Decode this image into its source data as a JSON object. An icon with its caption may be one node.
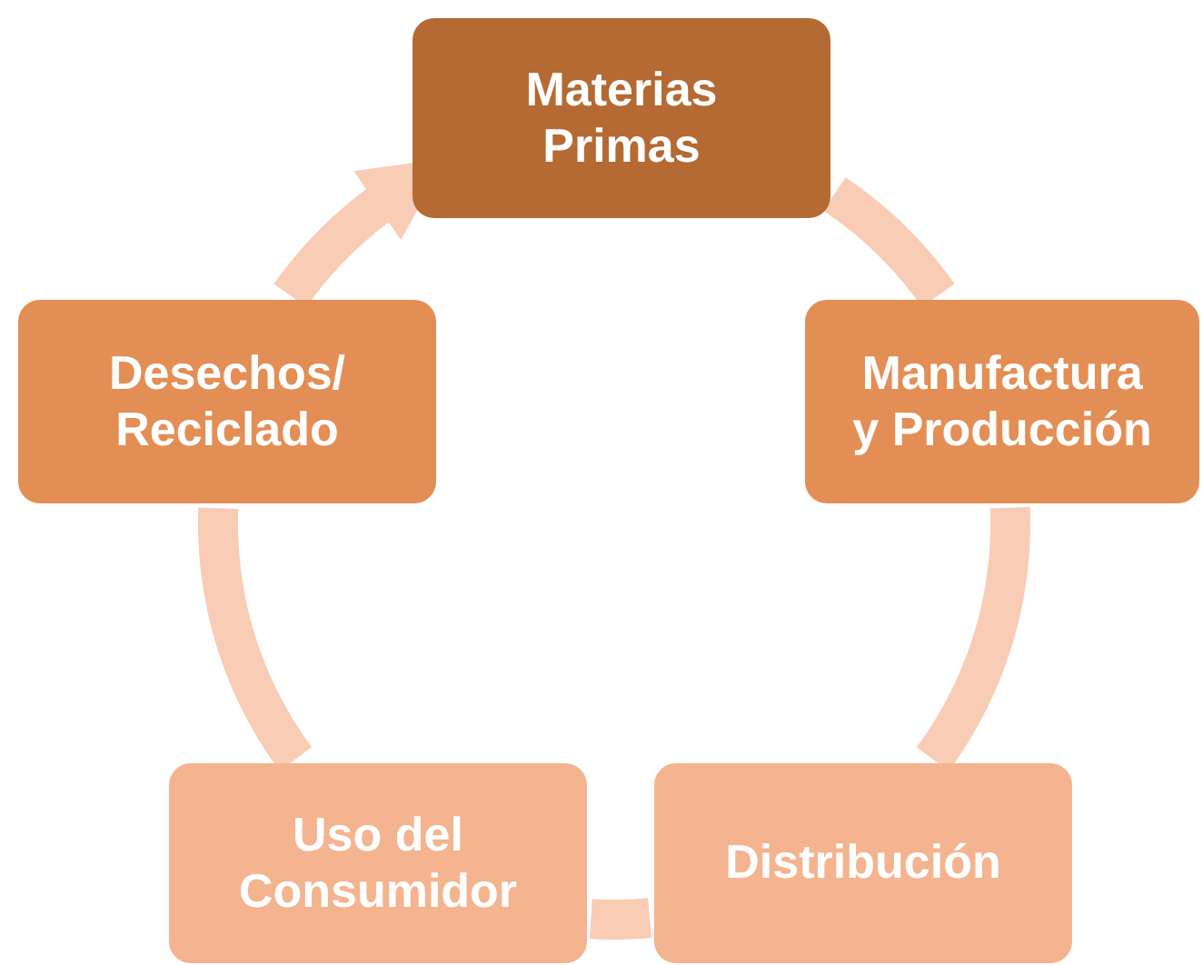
{
  "diagram": {
    "nodes": [
      {
        "text": [
          "Materias Primas"
        ]
      },
      {
        "text": [
          "Manufactura y Producción"
        ]
      },
      {
        "text": [
          "Distribución"
        ]
      },
      {
        "text": [
          "Uso del Consumidor"
        ]
      },
      {
        "text": [
          "Desechos/ Reciclado"
        ]
      }
    ],
    "edges": [
      {
        "from": 0,
        "to": 1,
        "arrow": "none"
      },
      {
        "from": 1,
        "to": 2,
        "arrow": "none"
      },
      {
        "from": 2,
        "to": 3,
        "arrow": "none"
      },
      {
        "from": 3,
        "to": 4,
        "arrow": "none"
      },
      {
        "from": 4,
        "to": 0,
        "arrow": "to"
      }
    ]
  }
}
